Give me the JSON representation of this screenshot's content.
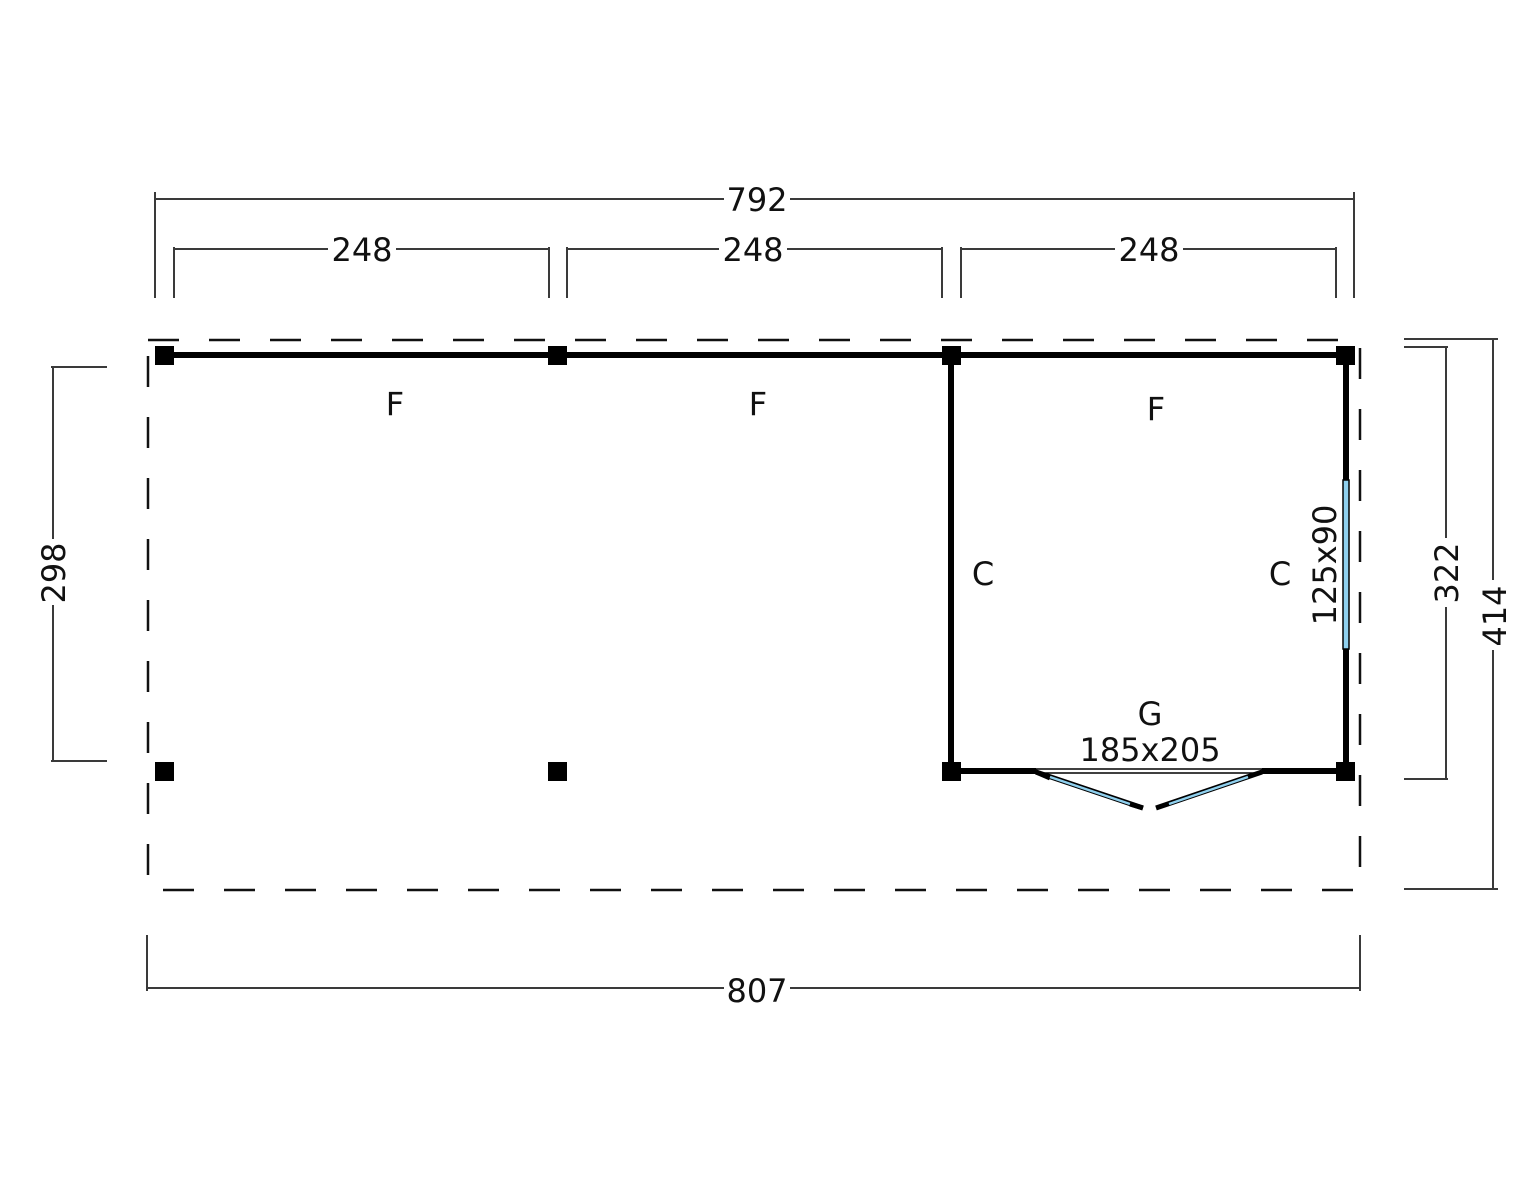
{
  "drawing": {
    "type": "floor-plan",
    "colors": {
      "wall": "#000000",
      "dimension": "#3a3a3a",
      "glass": "#8fd0ee",
      "background": "#ffffff"
    },
    "dimensions": {
      "top_total": "792",
      "top_segments": [
        "248",
        "248",
        "248"
      ],
      "bottom_total": "807",
      "left_depth": "298",
      "right_inner_depth": "322",
      "right_total_depth": "414"
    },
    "wall_labels": {
      "top_1": "F",
      "top_2": "F",
      "top_3": "F",
      "room_left_wall": "C",
      "room_right_wall": "C",
      "door": "G"
    },
    "openings": {
      "window_size": "125x90",
      "door_size": "185x205"
    }
  }
}
